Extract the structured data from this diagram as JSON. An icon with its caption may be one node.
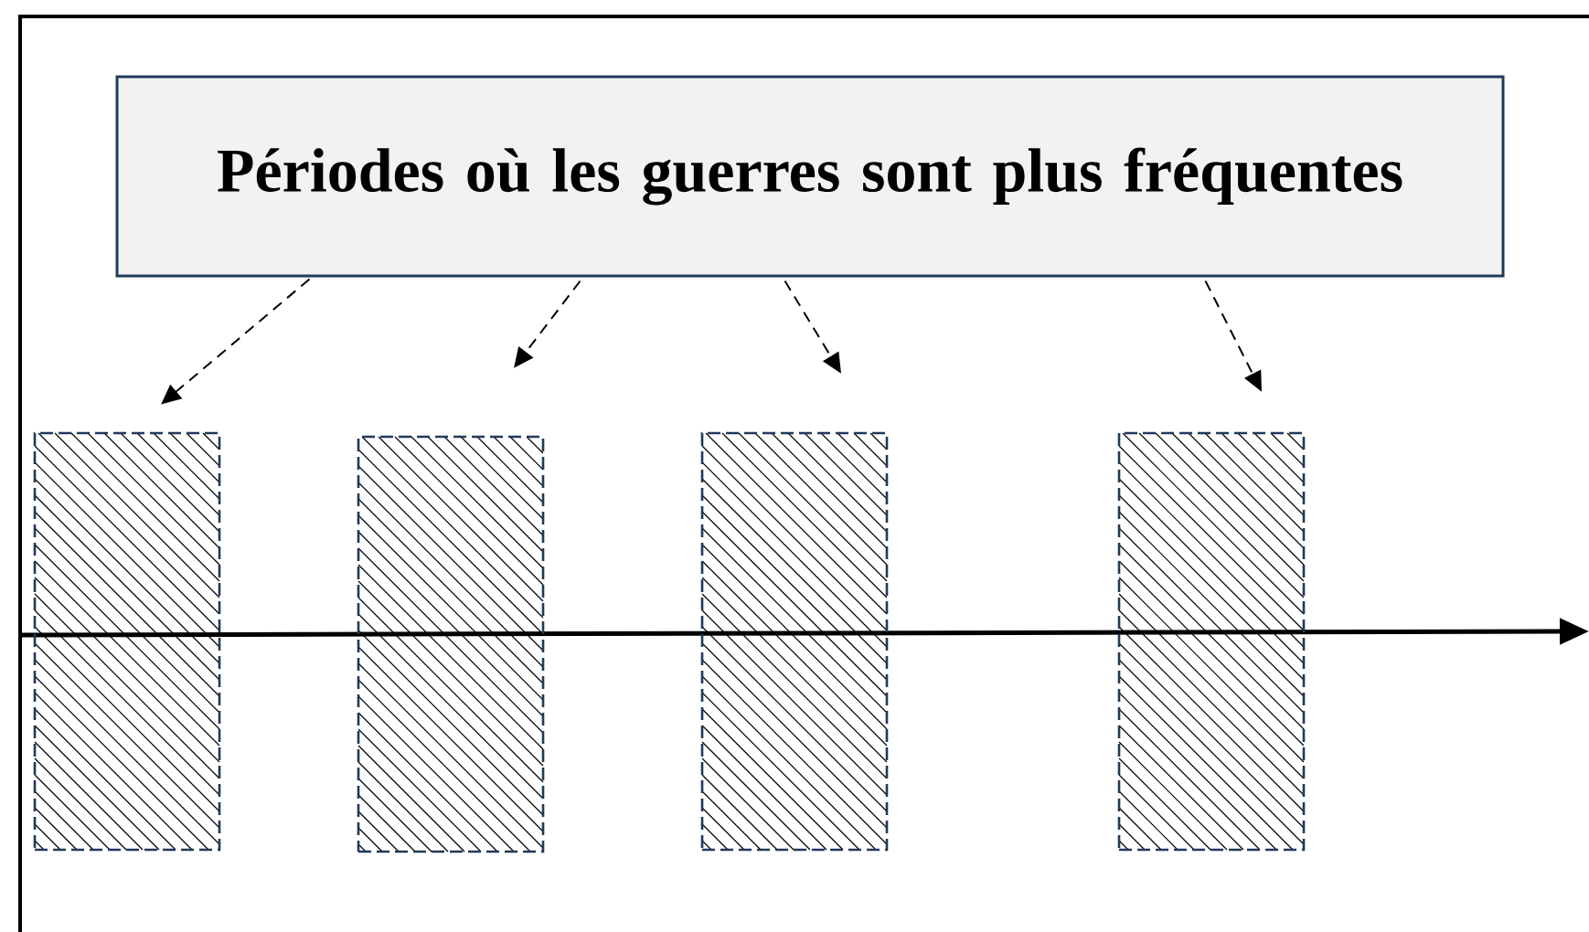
{
  "diagram": {
    "nodes": [
      {
        "text": [
          "Périodes où les guerres sont plus fréquentes"
        ]
      },
      {
        "text": [],
        "shape": "bar"
      },
      {
        "text": [],
        "shape": "bar"
      },
      {
        "text": [],
        "shape": "bar"
      },
      {
        "text": [],
        "shape": "bar"
      }
    ],
    "edges": [
      {
        "from": 0,
        "to": 1,
        "arrow": "to",
        "style": "dashed"
      },
      {
        "from": 0,
        "to": 2,
        "arrow": "to",
        "style": "dashed"
      },
      {
        "from": 0,
        "to": 3,
        "arrow": "to",
        "style": "dashed"
      },
      {
        "from": 0,
        "to": 4,
        "arrow": "to",
        "style": "dashed"
      }
    ]
  }
}
